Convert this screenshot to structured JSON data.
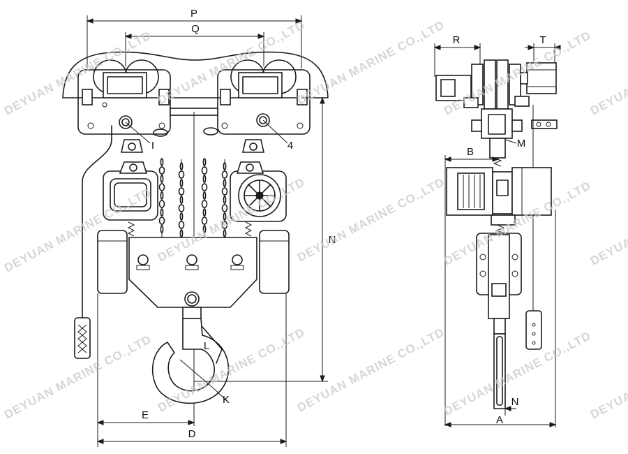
{
  "labels": {
    "P": "P",
    "Q": "Q",
    "R": "R",
    "T": "T",
    "B": "B",
    "M": "M",
    "N": "N",
    "I": "I",
    "four": "4",
    "L": "L",
    "K": "K",
    "E": "E",
    "D": "D",
    "A": "A",
    "N2": "N"
  },
  "watermark": "DEYUAN MARINE CO.,LTD",
  "colors": {
    "line": "#1a1a1a",
    "watermark": "#c9c9c9",
    "background": "#ffffff"
  }
}
